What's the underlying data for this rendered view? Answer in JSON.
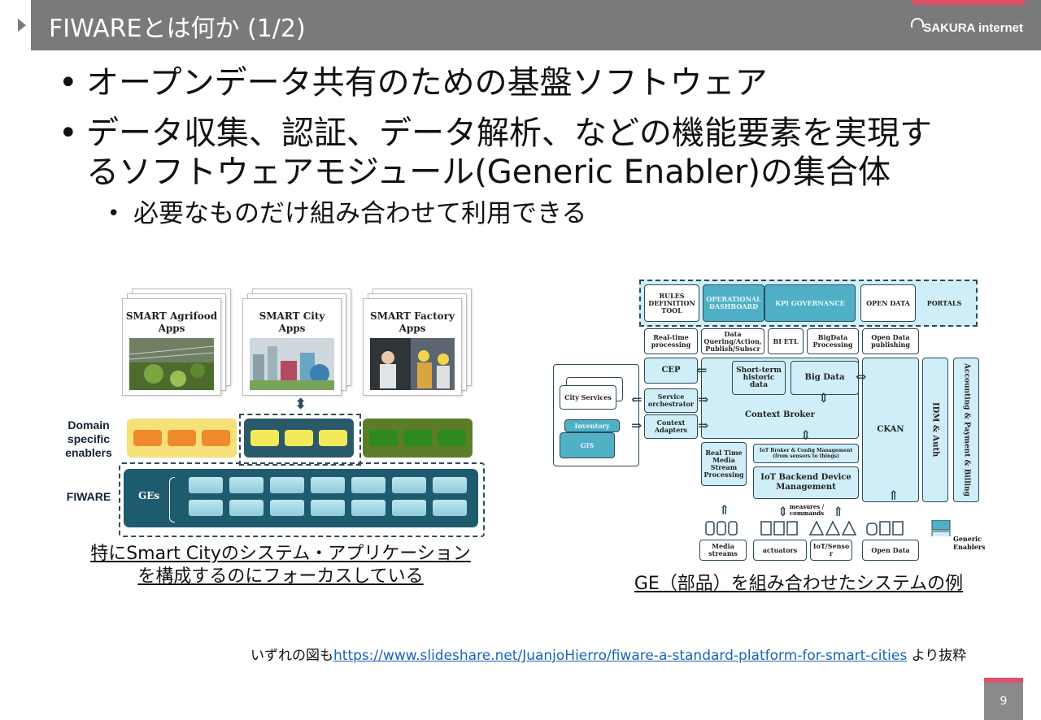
{
  "header": {
    "title": "FIWAREとは何か (1/2)",
    "brand": "SAKURA internet"
  },
  "bullets": [
    {
      "text": "オープンデータ共有のための基盤ソフトウェア"
    },
    {
      "text": "データ収集、認証、データ解析、などの機能要素を実現す"
    },
    {
      "text": "るソフトウェアモジュール(Generic Enabler)の集合体"
    }
  ],
  "sub_bullet": "必要なものだけ組み合わせて利用できる",
  "bullet_char": "•",
  "left_figure": {
    "apps": [
      {
        "title_line1": "SMART Agrifood",
        "title_line2": "Apps"
      },
      {
        "title_line1": "SMART City",
        "title_line2": "Apps"
      },
      {
        "title_line1": "SMART Factory",
        "title_line2": "Apps"
      }
    ],
    "domain_label": "Domain specific enablers",
    "fiware_label": "FIWARE",
    "ges_label": "GEs",
    "colors": {
      "orange": "#f08a2a",
      "yellow": "#f2ea5a",
      "green": "#3d8a1f",
      "teal": "#1f5b6e"
    }
  },
  "left_caption": {
    "line1": "特にSmart Cityのシステム・アプリケーション",
    "line2": "を構成するのにフォーカスしている"
  },
  "right_figure": {
    "rules": "RULES DEFINITION TOOL",
    "ops_dashboard": "OPERATIONAL DASHBOARD",
    "kpi": "KPI GOVERNANCE",
    "open_data": "OPEN DATA",
    "portals": "PORTALS",
    "realtime": "Real-time processing",
    "data_query": "Data Quering/Action, Publish/Subscr",
    "bi_etl": "BI ETL",
    "bigdata_proc": "BigData Processing",
    "open_data_pub": "Open Data publishing",
    "cep": "CEP",
    "short_term": "Short-term historic data",
    "big_data": "Big Data",
    "city_services": "City Services",
    "inventory": "Inventory",
    "gis": "GIS",
    "service_orch": "Service orchestrator",
    "context_adapters": "Context Adapters",
    "context_broker": "Context Broker",
    "ckan": "CKAN",
    "idm": "IDM & Auth",
    "accounting": "Accounting & Payment & Billing",
    "realtime_media": "Real Time Media Stream Processing",
    "iot_broker": "IoT Broker & Config Management (from sensors to things)",
    "iot_backend": "IoT Backend Device Management",
    "measures": "measures / commands",
    "media_streams": "Media streams",
    "actuators": "actuators",
    "iot_sensor": "IoT/Senso r",
    "open_data_bottom": "Open Data",
    "generic_enablers": "Generic Enablers"
  },
  "right_caption": "GE（部品）を組み合わせたシステムの例",
  "footnote": {
    "prefix": "いずれの図も",
    "link": "https://www.slideshare.net/JuanjoHierro/fiware-a-standard-platform-for-smart-cities",
    "suffix": " より抜粋"
  },
  "page_number": "9"
}
